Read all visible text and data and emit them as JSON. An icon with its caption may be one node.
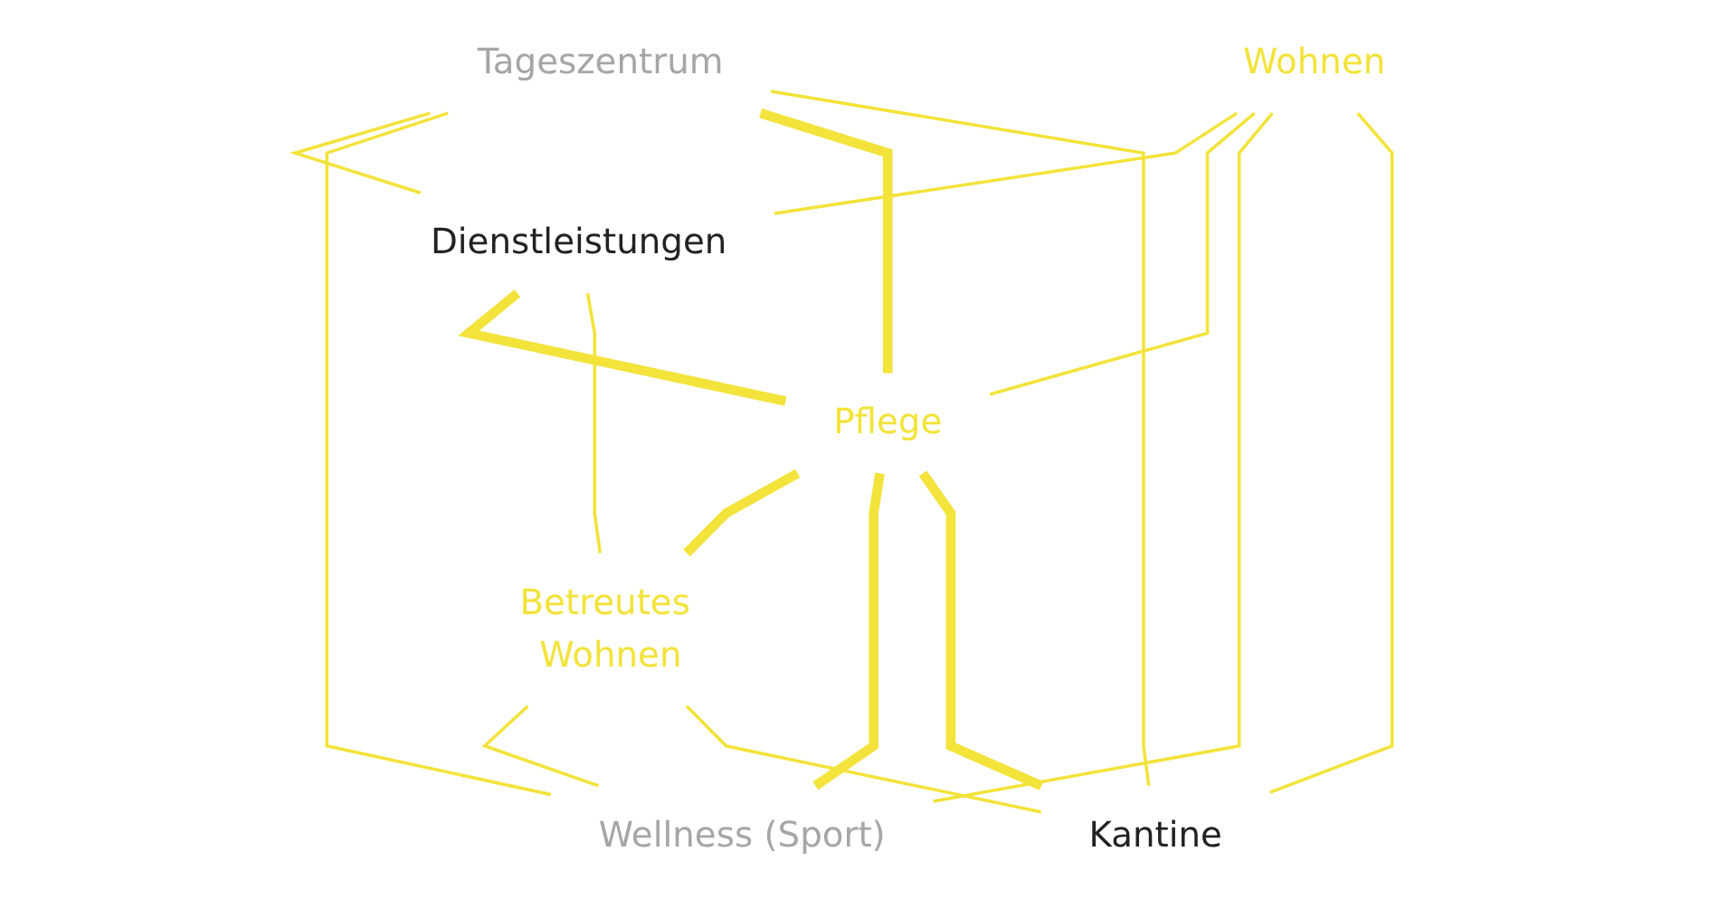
{
  "diagram": {
    "nodes": [
      {
        "text": [
          "Tageszentrum"
        ]
      },
      {
        "text": [
          "Wohnen"
        ]
      },
      {
        "text": [
          "Dienstleistungen"
        ]
      },
      {
        "text": [
          "Pflege"
        ]
      },
      {
        "text": [
          "Betreutes Wohnen"
        ]
      },
      {
        "text": [
          "Wellness (Sport)"
        ]
      },
      {
        "text": [
          "Kantine"
        ]
      }
    ],
    "edges": [
      {
        "from": 0,
        "to": 2,
        "arrow": "none"
      },
      {
        "from": 0,
        "to": 5,
        "arrow": "none"
      },
      {
        "from": 0,
        "to": 3,
        "arrow": "none",
        "style": "thick"
      },
      {
        "from": 0,
        "to": 6,
        "arrow": "none"
      },
      {
        "from": 1,
        "to": 2,
        "arrow": "none"
      },
      {
        "from": 1,
        "to": 3,
        "arrow": "none"
      },
      {
        "from": 1,
        "to": 5,
        "arrow": "none"
      },
      {
        "from": 1,
        "to": 6,
        "arrow": "none"
      },
      {
        "from": 2,
        "to": 3,
        "arrow": "none",
        "style": "thick"
      },
      {
        "from": 2,
        "to": 4,
        "arrow": "none"
      },
      {
        "from": 3,
        "to": 4,
        "arrow": "none",
        "style": "thick"
      },
      {
        "from": 3,
        "to": 5,
        "arrow": "none",
        "style": "thick"
      },
      {
        "from": 3,
        "to": 6,
        "arrow": "none",
        "style": "thick"
      },
      {
        "from": 4,
        "to": 5,
        "arrow": "none"
      },
      {
        "from": 4,
        "to": 6,
        "arrow": "none"
      }
    ]
  }
}
